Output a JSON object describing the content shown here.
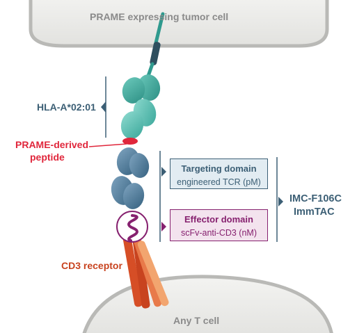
{
  "colors": {
    "cell_fill": "#ececea",
    "cell_edge": "#b9b9b6",
    "hla": "#2f9a8e",
    "tcr": "#3e6e8f",
    "peptide": "#e0263b",
    "effector": "#86216f",
    "cd3": "#c8431f",
    "text_gray": "#8a8a8a",
    "text_blue": "#3c5f75",
    "text_red": "#e0263b",
    "text_purple": "#86216f",
    "text_cd3": "#c8431f"
  },
  "tumor_cell": {
    "label": "PRAME expressing tumor cell"
  },
  "t_cell": {
    "label": "Any T cell"
  },
  "hla": {
    "label": "HLA-A*02:01"
  },
  "peptide": {
    "label_line1": "PRAME-derived",
    "label_line2": "peptide"
  },
  "targeting": {
    "title": "Targeting domain",
    "subtitle": "engineered TCR (pM)"
  },
  "effector": {
    "title": "Effector domain",
    "subtitle": "scFv-anti-CD3 (nM)"
  },
  "cd3": {
    "label": "CD3 receptor"
  },
  "drug": {
    "name_line1": "IMC-F106C",
    "name_line2": "ImmTAC"
  }
}
